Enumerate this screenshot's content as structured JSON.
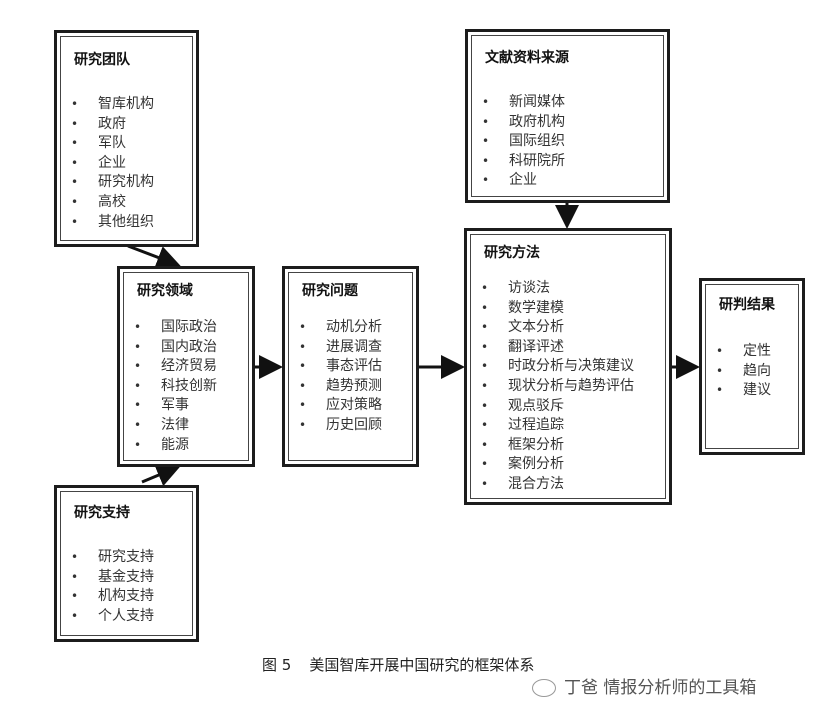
{
  "boxes": {
    "team": {
      "title": "研究团队",
      "items": [
        "智库机构",
        "政府",
        "军队",
        "企业",
        "研究机构",
        "高校",
        "其他组织"
      ]
    },
    "domain": {
      "title": "研究领域",
      "items": [
        "国际政治",
        "国内政治",
        "经济贸易",
        "科技创新",
        "军事",
        "法律",
        "能源"
      ]
    },
    "question": {
      "title": "研究问题",
      "items": [
        "动机分析",
        "进展调查",
        "事态评估",
        "趋势预测",
        "应对策略",
        "历史回顾"
      ]
    },
    "support": {
      "title": "研究支持",
      "items": [
        "研究支持",
        "基金支持",
        "机构支持",
        "个人支持"
      ]
    },
    "sources": {
      "title": "文献资料来源",
      "items": [
        "新闻媒体",
        "政府机构",
        "国际组织",
        "科研院所",
        "企业"
      ]
    },
    "method": {
      "title": "研究方法",
      "items": [
        "访谈法",
        "数学建模",
        "文本分析",
        "翻译评述",
        "时政分析与决策建议",
        "现状分析与趋势评估",
        "观点驳斥",
        "过程追踪",
        "框架分析",
        "案例分析",
        "混合方法"
      ]
    },
    "result": {
      "title": "研判结果",
      "items": [
        "定性",
        "趋向",
        "建议"
      ]
    }
  },
  "bullet": "•",
  "caption": {
    "number": "图 5",
    "text": "美国智库开展中国研究的框架体系"
  },
  "watermark": {
    "text": "丁爸 情报分析师的工具箱",
    "icon": "wechat-icon"
  }
}
